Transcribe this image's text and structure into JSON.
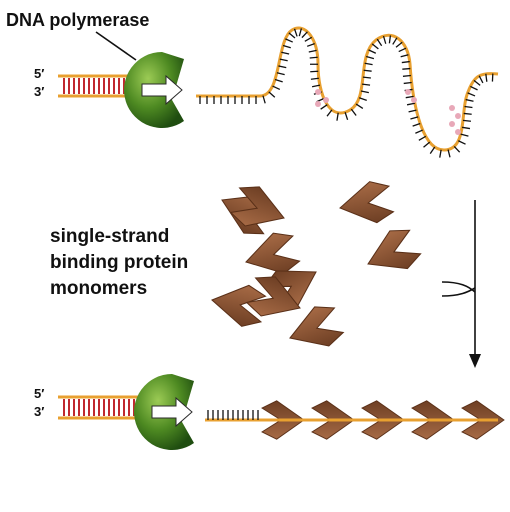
{
  "labels": {
    "polymerase": "DNA polymerase",
    "five_prime_top": "5′",
    "three_prime_top": "3′",
    "five_prime_bottom": "5′",
    "three_prime_bottom": "3′",
    "ssb_line1": "single-strand",
    "ssb_line2": "binding protein",
    "ssb_line3": "monomers"
  },
  "colors": {
    "strand": "#E8A030",
    "template_rung": "#C0282E",
    "polymerase_dark": "#1F4D10",
    "polymerase_light": "#7FB040",
    "ssb_protein": "#8A5433",
    "ssb_protein_light": "#A66A45",
    "hairpin_pair": "#E8A8B8",
    "arrow": "#111111"
  }
}
